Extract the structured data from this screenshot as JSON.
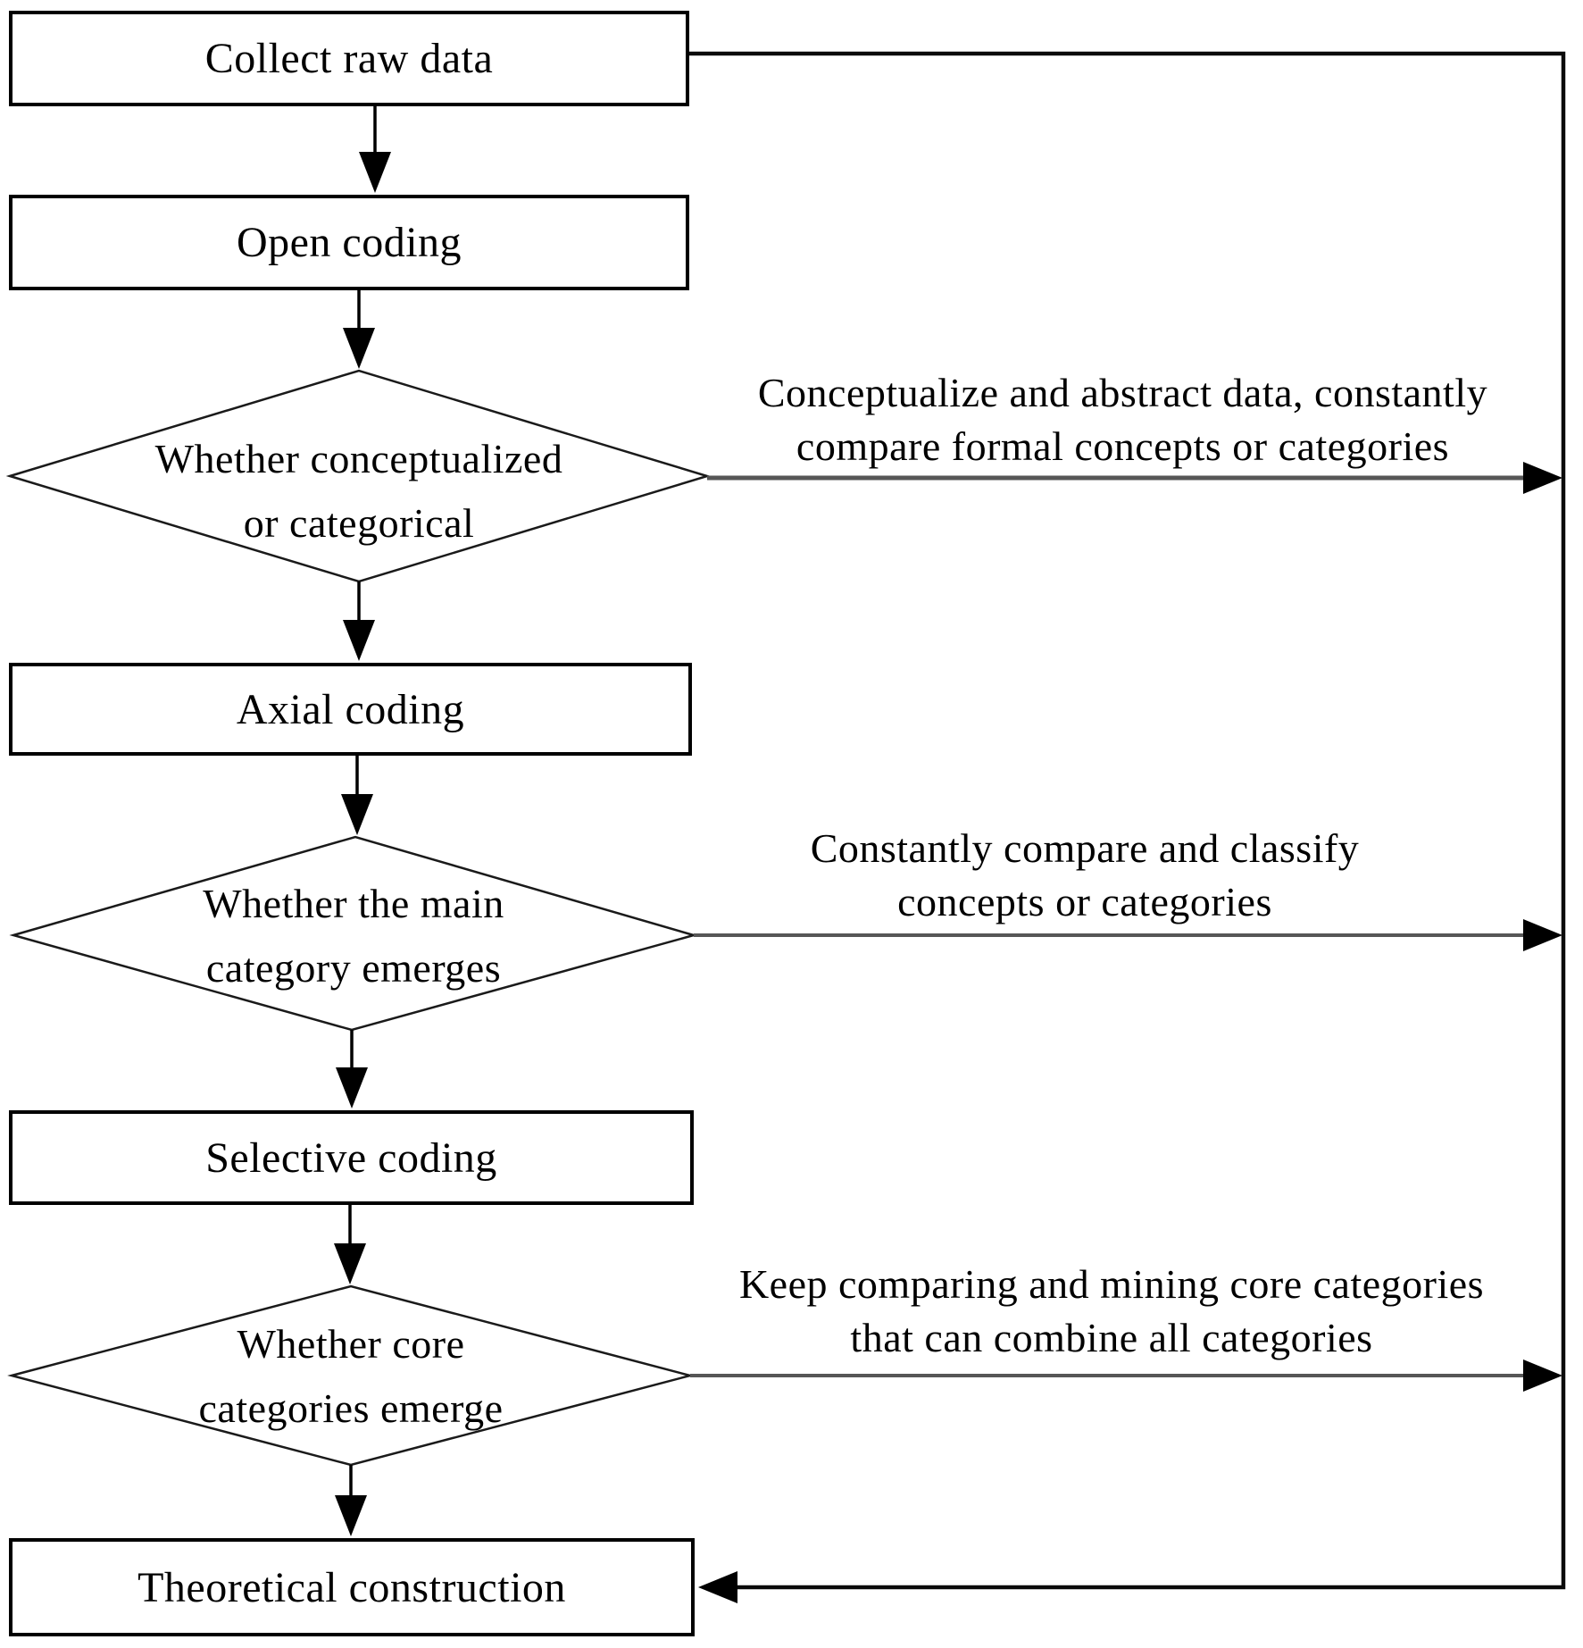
{
  "flowchart": {
    "boxes": [
      {
        "label": "Collect raw data"
      },
      {
        "label": "Open coding"
      },
      {
        "label": "Axial coding"
      },
      {
        "label": "Selective coding"
      },
      {
        "label": "Theoretical construction"
      }
    ],
    "decisions": [
      {
        "line1": "Whether conceptualized",
        "line2": "or categorical"
      },
      {
        "line1": "Whether the main",
        "line2": "category emerges"
      },
      {
        "line1": "Whether core",
        "line2": "categories emerge"
      }
    ],
    "annotations": [
      {
        "line1": "Conceptualize and abstract data, constantly",
        "line2": "compare formal concepts or categories"
      },
      {
        "line1": "Constantly compare and classify",
        "line2": "concepts or categories"
      },
      {
        "line1": "Keep comparing and mining core categories",
        "line2": "that can combine all categories"
      }
    ],
    "colors": {
      "node_border": "#000000",
      "connector_black": "#0a0a0a",
      "connector_gray": "#565656",
      "text": "#000000",
      "background": "#ffffff"
    }
  }
}
